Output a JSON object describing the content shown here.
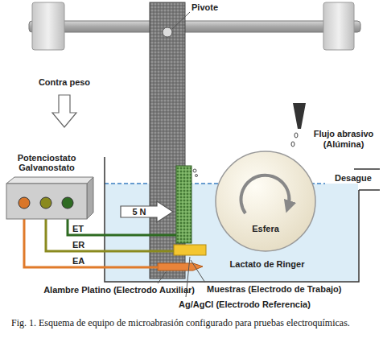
{
  "diagram": {
    "caption": "Fig. 1. Esquema de equipo de microabrasión configurado para pruebas electroquímicas.",
    "nodes": [
      {
        "text": [
          "Potenciostato Galvanostato"
        ]
      },
      {
        "text": [
          "Esfera"
        ]
      }
    ],
    "labels": [
      "Pivote",
      "Contra peso",
      "Flujo abrasivo (Alúmina)",
      "Desague",
      "ET",
      "ER",
      "EA",
      "5 N",
      "Lactato de Ringer",
      "Alambre Platino (Electrodo Auxiliar)",
      "Muestras (Electrodo de Trabajo)",
      "Ag/AgCl (Electrodo Referencia)"
    ]
  }
}
